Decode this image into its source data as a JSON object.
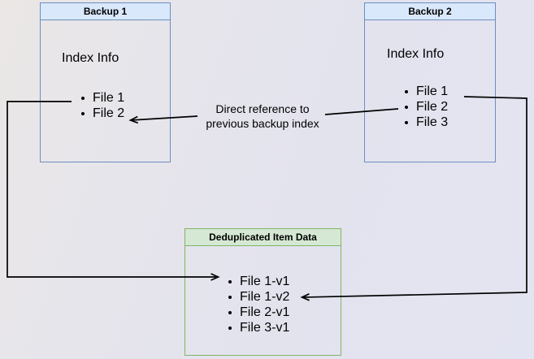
{
  "colors": {
    "blue_fill": "#dae8fc",
    "blue_border": "#6c8ebf",
    "green_fill": "#d5e8d4",
    "green_border": "#82b366",
    "arrow": "#000000",
    "text": "#000000"
  },
  "backup1": {
    "title": "Backup 1",
    "label": "Index Info",
    "items": [
      "File 1",
      "File 2"
    ]
  },
  "backup2": {
    "title": "Backup 2",
    "label": "Index Info",
    "items": [
      "File 1",
      "File 2",
      "File 3"
    ]
  },
  "dedup": {
    "title": "Deduplicated Item Data",
    "items": [
      "File 1-v1",
      "File 1-v2",
      "File 2-v1",
      "File 3-v1"
    ]
  },
  "annotation": {
    "line1": "Direct reference to",
    "line2": "previous backup index"
  }
}
